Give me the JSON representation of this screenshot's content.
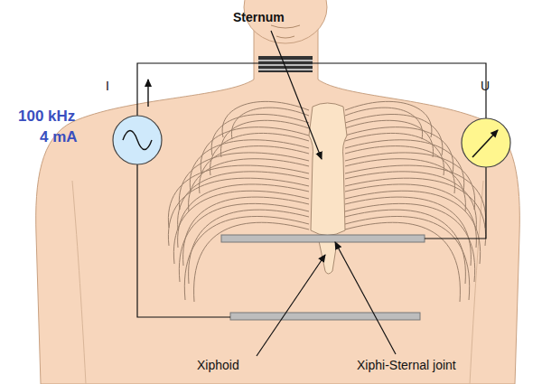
{
  "diagram": {
    "labels": [
      "Sternum",
      "100 kHz",
      "4 mA",
      "I",
      "U",
      "Xiphoid",
      "Xiphi-Sternal joint"
    ]
  }
}
